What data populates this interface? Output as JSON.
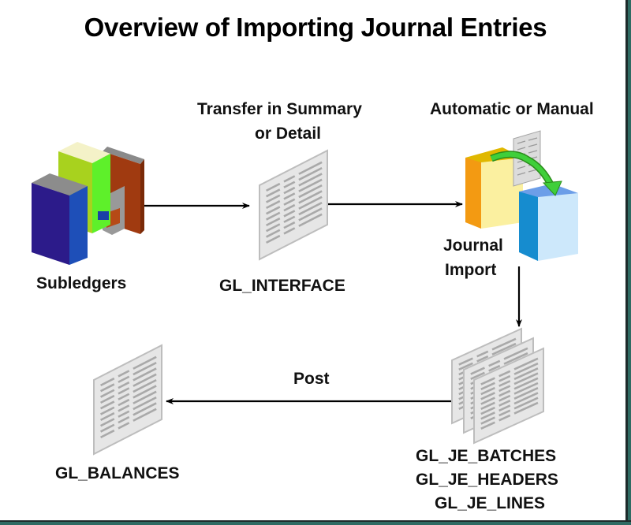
{
  "title": "Overview of Importing Journal Entries",
  "nodes": {
    "subledgers": {
      "label": "Subledgers",
      "icon": "books-icon"
    },
    "gl_interface": {
      "label": "GL_INTERFACE",
      "caption_line1": "Transfer in Summary",
      "caption_line2": "or Detail",
      "icon": "table-sheet-icon"
    },
    "journal_import": {
      "label_line1": "Journal",
      "label_line2": "Import",
      "caption": "Automatic or Manual",
      "icon": "file-transfer-icon"
    },
    "je_tables": {
      "label_line1": "GL_JE_BATCHES",
      "label_line2": "GL_JE_HEADERS",
      "label_line3": "GL_JE_LINES",
      "icon": "stacked-sheets-icon"
    },
    "gl_balances": {
      "label": "GL_BALANCES",
      "icon": "table-sheet-icon"
    }
  },
  "edges": {
    "post": {
      "label": "Post"
    }
  },
  "colors": {
    "arrow": "#000000",
    "sheet_fill": "#e6e6e6",
    "sheet_border": "#bdbdbd",
    "sheet_lines": "#a9a9a9",
    "transfer_arrow": "#33cc33",
    "frame": "#2f6b63"
  }
}
